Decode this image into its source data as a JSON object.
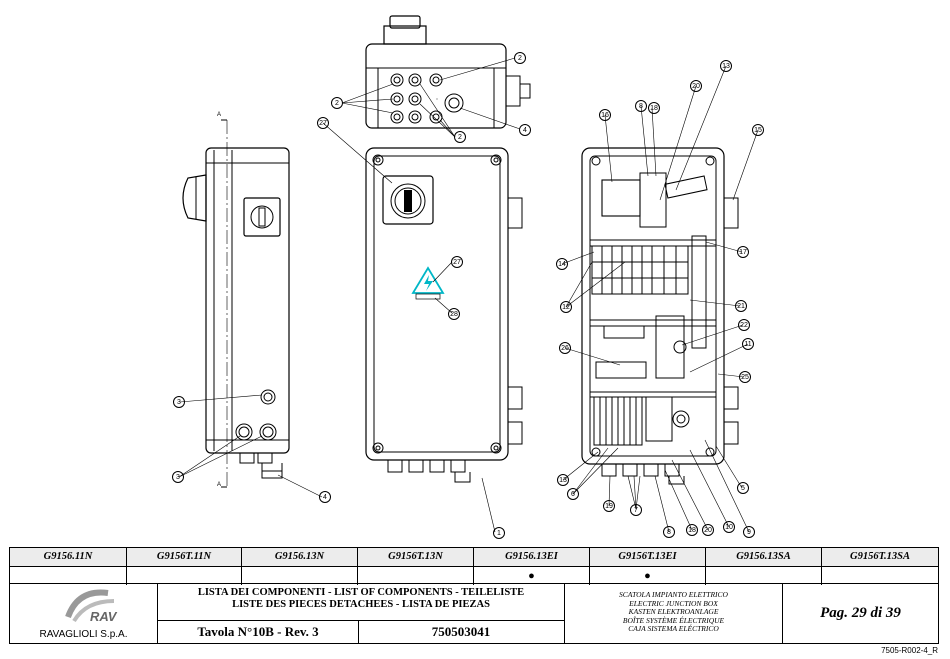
{
  "callouts": [
    "2",
    "2",
    "2",
    "2",
    "4",
    "27",
    "16",
    "8",
    "18",
    "20",
    "13",
    "15",
    "14",
    "17",
    "12",
    "21",
    "22",
    "26",
    "11",
    "25",
    "13",
    "6",
    "19",
    "7",
    "8",
    "18",
    "20",
    "10",
    "9",
    "5",
    "3",
    "3",
    "4",
    "27",
    "28",
    "1"
  ],
  "section_marker": "A",
  "models": [
    {
      "name": "G9156.11N",
      "mark": ""
    },
    {
      "name": "G9156T.11N",
      "mark": ""
    },
    {
      "name": "G9156.13N",
      "mark": ""
    },
    {
      "name": "G9156T.13N",
      "mark": ""
    },
    {
      "name": "G9156.13EI",
      "mark": "●"
    },
    {
      "name": "G9156T.13EI",
      "mark": "●"
    },
    {
      "name": "G9156.13SA",
      "mark": ""
    },
    {
      "name": "G9156T.13SA",
      "mark": ""
    }
  ],
  "company": "RAVAGLIOLI S.p.A.",
  "logo_text": "RAV",
  "title_lines": [
    "LISTA DEI COMPONENTI - LIST OF COMPONENTS - TEILELISTE",
    "LISTE DES PIECES DETACHEES - LISTA DE PIEZAS"
  ],
  "table_label": "Tavola N°10B - Rev. 3",
  "drawing_code": "750503041",
  "description_lines": [
    "SCATOLA IMPIANTO ELETTRICO",
    "ELECTRIC JUNCTION BOX",
    "KASTEN ELEKTROANLAGE",
    "BOÎTE SYSTÈME ÉLECTRIQUE",
    "CAJA SISTEMA ELÉCTRICO"
  ],
  "page_label": "Pag. 29 di 39",
  "document_ref": "7505-R002-4_R",
  "colors": {
    "warning_sign": "#00b7c7",
    "line": "#000000"
  }
}
